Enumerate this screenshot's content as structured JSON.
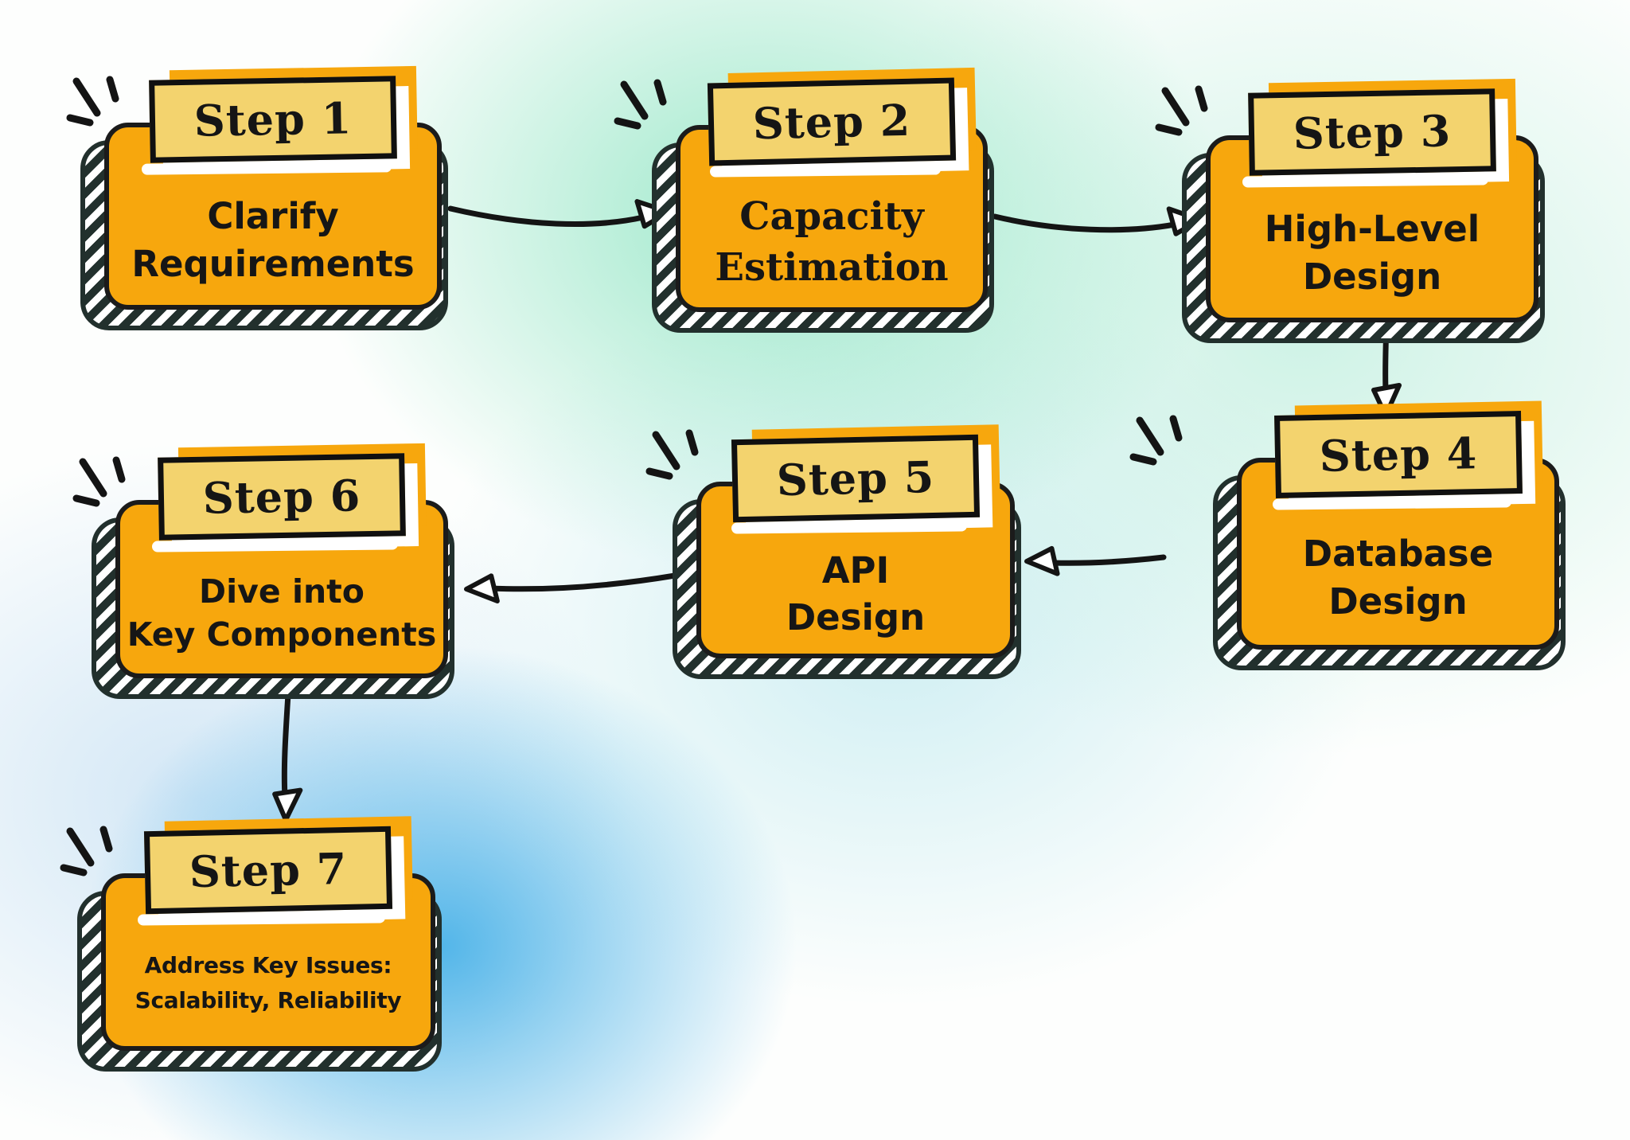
{
  "diagram": {
    "description": "Hand-drawn style flowchart of seven system design steps"
  },
  "colors": {
    "box_orange": "#F7A70D",
    "header_yellow": "#F3D36E",
    "outline_black": "#141414",
    "bg_teal": "#8FE5C3",
    "bg_blue": "#4AB2E8",
    "shadow_hatch": "#22302D"
  },
  "steps": [
    {
      "label": "Step 1",
      "line1": "Clarify",
      "line2": "Requirements"
    },
    {
      "label": "Step 2",
      "line1": "Capacity",
      "line2": "Estimation"
    },
    {
      "label": "Step 3",
      "line1": "High-Level",
      "line2": "Design"
    },
    {
      "label": "Step 4",
      "line1": "Database",
      "line2": "Design"
    },
    {
      "label": "Step 5",
      "line1": "API",
      "line2": "Design"
    },
    {
      "label": "Step 6",
      "line1": "Dive into",
      "line2": "Key Components"
    },
    {
      "label": "Step 7",
      "line1": "Address Key Issues:",
      "line2": "Scalability, Reliability"
    }
  ],
  "arrows": [
    {
      "from": "Step 1",
      "to": "Step 2"
    },
    {
      "from": "Step 2",
      "to": "Step 3"
    },
    {
      "from": "Step 3",
      "to": "Step 4"
    },
    {
      "from": "Step 4",
      "to": "Step 5"
    },
    {
      "from": "Step 5",
      "to": "Step 6"
    },
    {
      "from": "Step 6",
      "to": "Step 7"
    }
  ]
}
